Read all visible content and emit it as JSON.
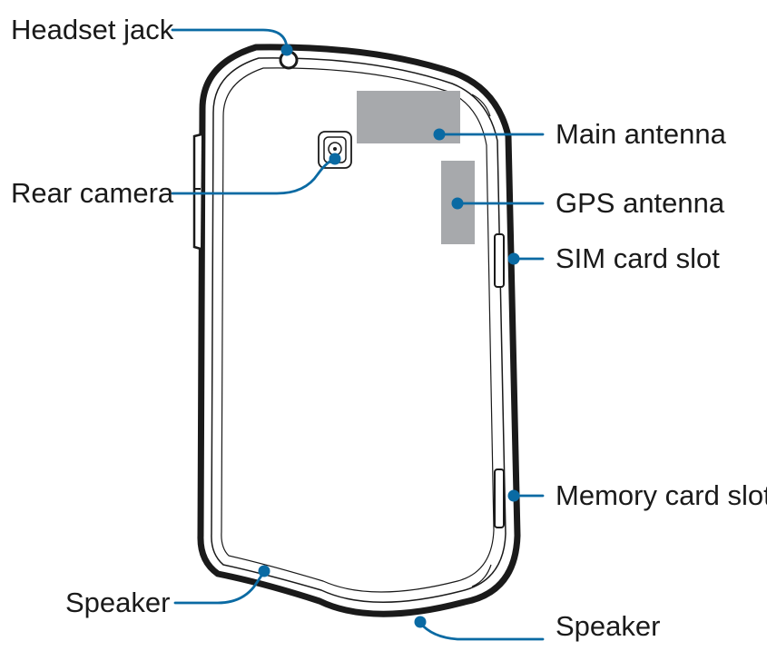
{
  "labels": {
    "headset_jack": "Headset jack",
    "rear_camera": "Rear camera",
    "speaker_left": "Speaker",
    "main_antenna": "Main antenna",
    "gps_antenna": "GPS antenna",
    "sim_card_slot": "SIM card slot",
    "memory_card_slot": "Memory card slot",
    "speaker_right": "Speaker"
  },
  "colors": {
    "callout": "#0a6aa3",
    "outline": "#1a1a1a",
    "antenna_fill": "#a7a9ac",
    "background": "#ffffff"
  }
}
